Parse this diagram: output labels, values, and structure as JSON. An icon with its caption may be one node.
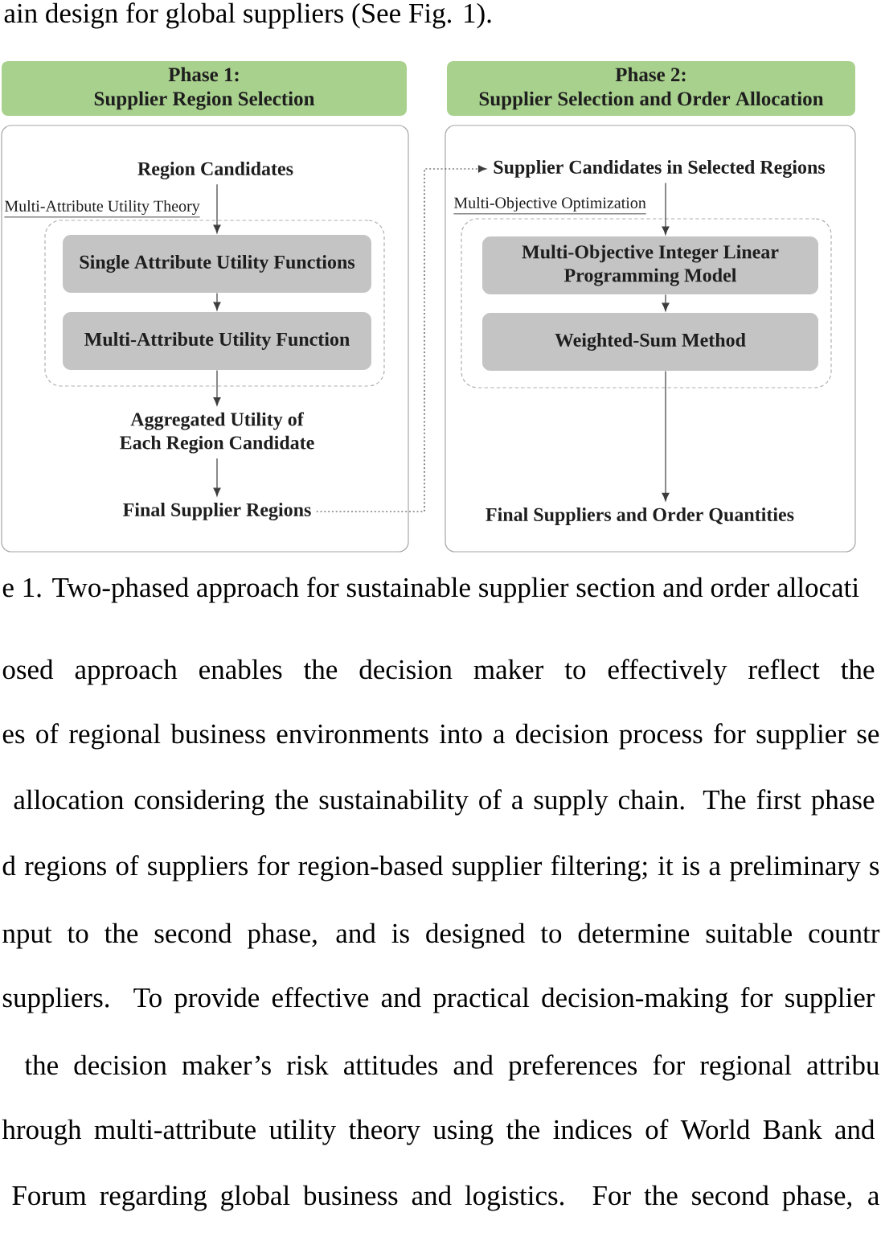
{
  "diagram": {
    "caption": "e 1. Two-phased approach for sustainable supplier section and order allocati",
    "nodes": [
      {
        "text": [
          "Phase 1:",
          "Supplier Region Selection"
        ]
      },
      {
        "text": [],
        "shape": "box"
      },
      {
        "text": [
          "Region Candidates"
        ],
        "in": 1
      },
      {
        "text": [
          "Multi-Attribute Utility Theory"
        ],
        "in": 1
      },
      {
        "text": [
          "Single Attribute Utility Functions"
        ],
        "in": 3
      },
      {
        "text": [
          "Multi-Attribute Utility Function"
        ],
        "in": 3
      },
      {
        "text": [
          "Aggregated Utility of Each Region Candidate"
        ],
        "in": 1
      },
      {
        "text": [
          "Final Supplier Regions"
        ],
        "in": 1
      },
      {
        "text": [
          "Phase 2:",
          "Supplier Selection and Order Allocation"
        ]
      },
      {
        "text": [],
        "shape": "box"
      },
      {
        "text": [
          "Supplier Candidates in Selected Regions"
        ],
        "in": 9
      },
      {
        "text": [
          "Multi-Objective Optimization"
        ],
        "in": 9
      },
      {
        "text": [
          "Multi-Objective Integer Linear Programming Model"
        ],
        "in": 11
      },
      {
        "text": [
          "Weighted-Sum Method"
        ],
        "in": 11
      },
      {
        "text": [
          "Final Suppliers and Order Quantities"
        ],
        "in": 9
      }
    ],
    "edges": [
      {
        "from": 2,
        "to": 4,
        "arrow": "to"
      },
      {
        "from": 4,
        "to": 5,
        "arrow": "to"
      },
      {
        "from": 5,
        "to": 6,
        "arrow": "to"
      },
      {
        "from": 6,
        "to": 7,
        "arrow": "to"
      },
      {
        "from": 7,
        "to": 10,
        "arrow": "to",
        "style": "dashed"
      },
      {
        "from": 10,
        "to": 12,
        "arrow": "to"
      },
      {
        "from": 12,
        "to": 13,
        "arrow": "to"
      },
      {
        "from": 13,
        "to": 14,
        "arrow": "to"
      }
    ],
    "labels": [
      "ain design for global suppliers (See Fig. 1).",
      "osed approach enables the decision maker to effectively reflect the",
      "es of regional business environments into a decision process for supplier se",
      "allocation considering the sustainability of a supply chain. The first phase",
      "d regions of suppliers for region-based supplier filtering; it is a preliminary s",
      "nput to the second phase, and is designed to determine suitable countr",
      "suppliers. To provide effective and practical decision-making for supplier",
      "the decision maker’s risk attitudes and preferences for regional attribu",
      "hrough multi-attribute utility theory using the indices of World Bank and",
      "Forum regarding global business and logistics. For the second phase, a"
    ]
  }
}
